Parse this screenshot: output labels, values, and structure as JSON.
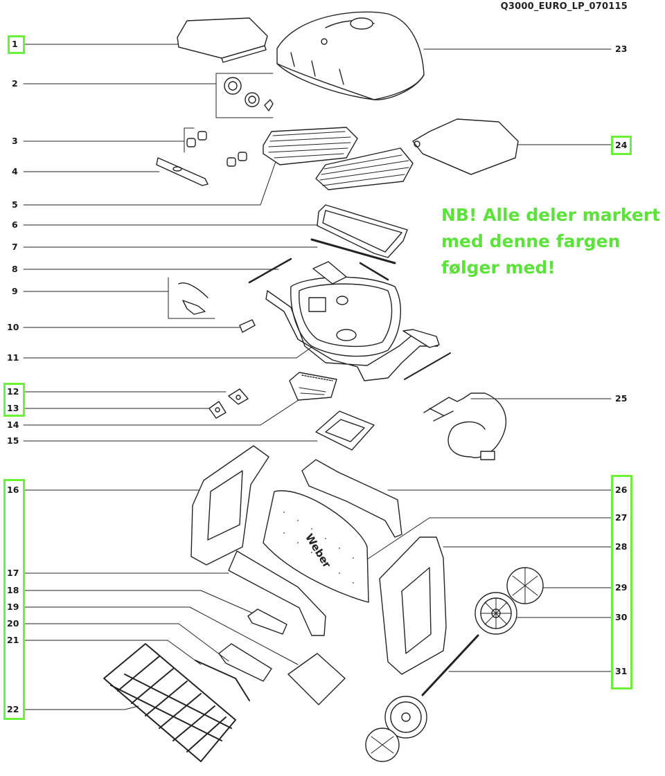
{
  "document_code": "Q3000_EURO_LP_070115",
  "note": {
    "lines": [
      "NB! Alle deler markert",
      "med denne fargen",
      "følger med!"
    ],
    "color": "#5ce23a"
  },
  "highlight_color": "#6cf03a",
  "callouts": {
    "left": [
      "1",
      "2",
      "3",
      "4",
      "5",
      "6",
      "7",
      "8",
      "9",
      "10",
      "11",
      "12",
      "13",
      "14",
      "15",
      "16",
      "17",
      "18",
      "19",
      "20",
      "21",
      "22"
    ],
    "right": [
      "23",
      "24",
      "25",
      "26",
      "27",
      "28",
      "29",
      "30",
      "31"
    ]
  },
  "included_parts": [
    "1",
    "12",
    "13",
    "16",
    "17",
    "18",
    "19",
    "20",
    "21",
    "22",
    "24",
    "26",
    "27",
    "28",
    "29",
    "30",
    "31"
  ],
  "logo_text": "Weber",
  "icons": [
    "grill-lid",
    "side-table",
    "control-knob",
    "cooking-grate",
    "burner-tube",
    "cookbox",
    "drip-tray",
    "regulator-hose",
    "cart-frame",
    "wheel",
    "axle"
  ]
}
